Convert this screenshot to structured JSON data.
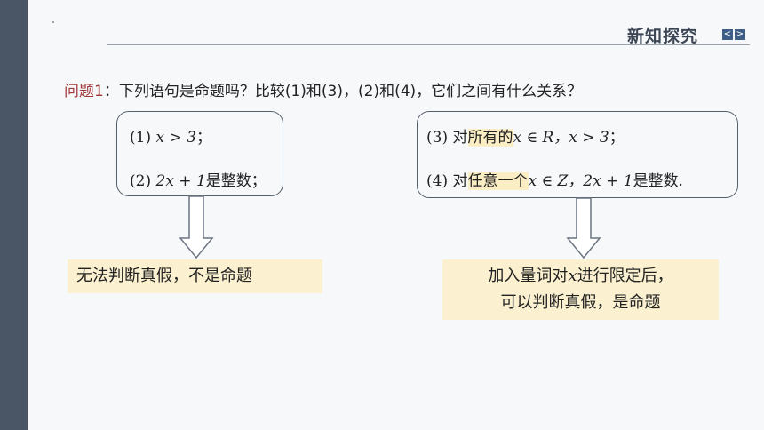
{
  "header": {
    "section_title": "新知探究",
    "prev_glyph": "<",
    "next_glyph": ">"
  },
  "question": {
    "label": "问题1",
    "text": "：下列语句是命题吗？比较(1)和(3)，(2)和(4)，它们之间有什么关系？"
  },
  "left_box": {
    "line1_num": "(1)",
    "line1_math": "x > 3",
    "line1_tail": "；",
    "line2_num": "(2)",
    "line2_math": "2x + 1",
    "line2_tail": "是整数；"
  },
  "right_box": {
    "line1_num": "(3)",
    "line1_pre": "对",
    "line1_hl": "所有的",
    "line1_math": "x ∈ R，x > 3",
    "line1_tail": "；",
    "line2_num": "(4)",
    "line2_pre": "对",
    "line2_hl": "任意一个",
    "line2_math": "x ∈ Z，2x + 1",
    "line2_tail": "是整数."
  },
  "notes": {
    "left": "无法判断真假，不是命题",
    "right_line1_pre": "加入量词对",
    "right_line1_math": "x",
    "right_line1_post": "进行限定后，",
    "right_line2": "可以判断真假，是命题"
  },
  "colors": {
    "accent_red": "#a0393b",
    "highlight": "#fbeec4",
    "note_bg": "#fbf0cf",
    "nav_blue": "#3e5d86",
    "side_bar": "#4a5566"
  }
}
